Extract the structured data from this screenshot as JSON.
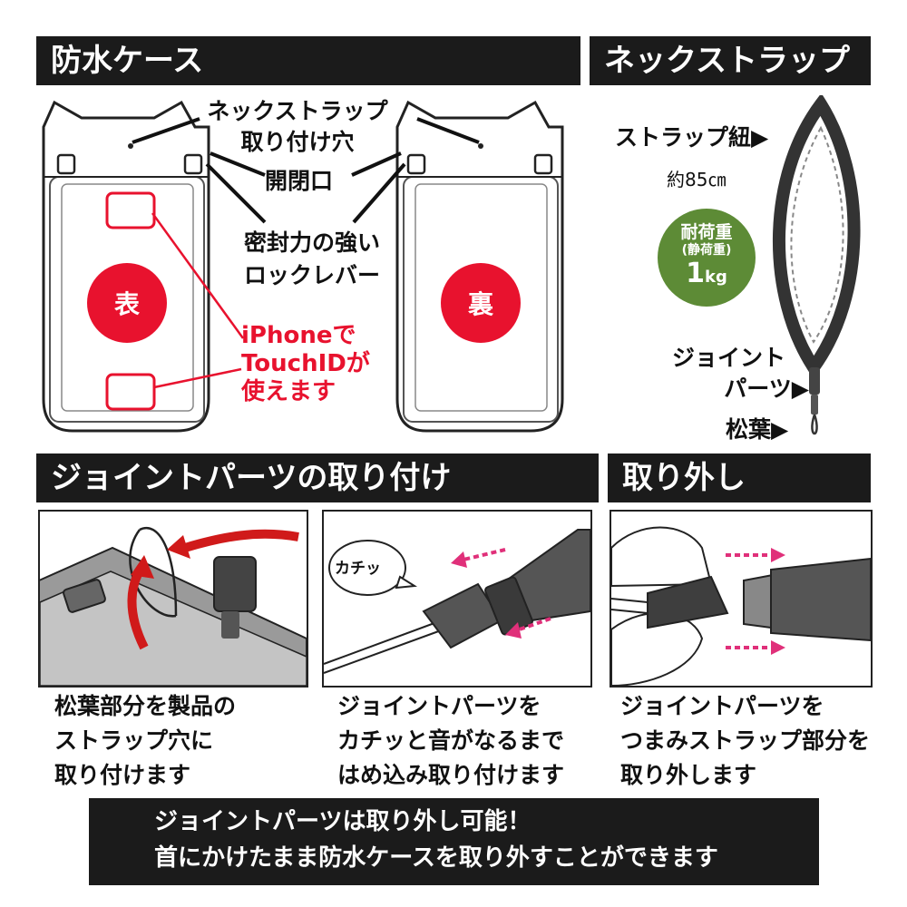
{
  "sections": {
    "case": "防水ケース",
    "strap": "ネックストラップ",
    "attach": "ジョイントパーツの取り付け",
    "remove": "取り外し"
  },
  "case_labels": {
    "strap_hole_line1": "ネックストラップ",
    "strap_hole_line2": "取り付け穴",
    "opening": "開閉口",
    "lever_line1": "密封力の強い",
    "lever_line2": "ロックレバー",
    "front": "表",
    "back": "裏",
    "touchid_line1": "iPhoneで",
    "touchid_line2": "TouchIDが",
    "touchid_line3": "使えます"
  },
  "strap_labels": {
    "cord": "ストラップ紐",
    "length": "約85㎝",
    "joint_line1": "ジョイント",
    "joint_line2": "パーツ",
    "pine_needle": "松葉",
    "arrow": "▶"
  },
  "load_badge": {
    "title": "耐荷重",
    "sub": "(静荷重)",
    "value": "1",
    "unit": "kg"
  },
  "click_sound": "カチッ",
  "captions": {
    "step1": [
      "松葉部分を製品の",
      "ストラップ穴に",
      "取り付けます"
    ],
    "step2": [
      "ジョイントパーツを",
      "カチッと音がなるまで",
      "はめ込み取り付けます"
    ],
    "step3": [
      "ジョイントパーツを",
      "つまみストラップ部分を",
      "取り外します"
    ]
  },
  "banner": {
    "line1": "ジョイントパーツは取り外し可能！",
    "line2": "首にかけたまま防水ケースを取り外すことができます"
  },
  "colors": {
    "header_bg": "#1b1b1b",
    "accent_red": "#e8122e",
    "badge_green": "#5d8b36",
    "arrow_pink": "#e0307a"
  }
}
